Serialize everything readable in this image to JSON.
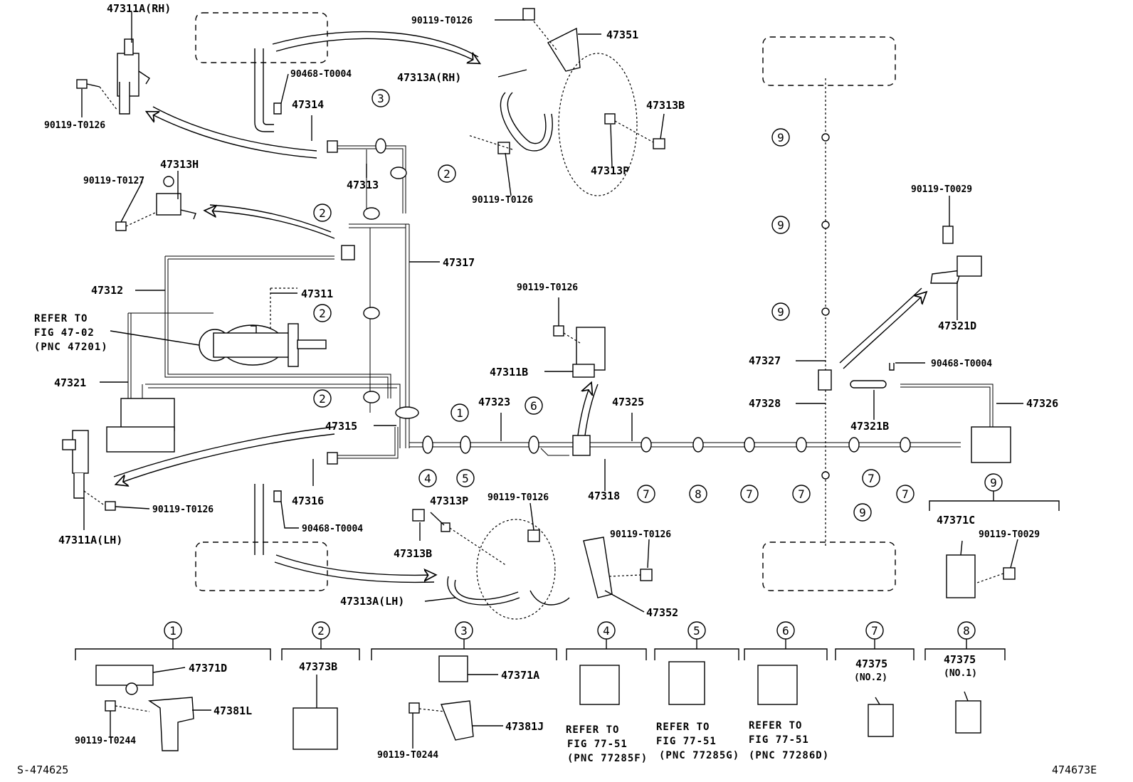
{
  "labels": [
    {
      "id": "l1",
      "text": "47311A(RH)"
    },
    {
      "id": "l2",
      "text": "90119-T0126"
    },
    {
      "id": "l3",
      "text": "90468-T0004"
    },
    {
      "id": "l4",
      "text": "47314"
    },
    {
      "id": "l5",
      "text": "47313H"
    },
    {
      "id": "l6",
      "text": "90119-T0127"
    },
    {
      "id": "l7",
      "text": "47313"
    },
    {
      "id": "l8",
      "text": "47312"
    },
    {
      "id": "l9",
      "text": "47311"
    },
    {
      "id": "l10",
      "text": "47317"
    },
    {
      "id": "l11",
      "text": "REFER TO"
    },
    {
      "id": "l12",
      "text": "FIG 47-02"
    },
    {
      "id": "l13",
      "text": "(PNC 47201)"
    },
    {
      "id": "l14",
      "text": "47321"
    },
    {
      "id": "l15",
      "text": "47315"
    },
    {
      "id": "l16",
      "text": "47316"
    },
    {
      "id": "l17",
      "text": "90119-T0126"
    },
    {
      "id": "l18",
      "text": "47311A(LH)"
    },
    {
      "id": "l19",
      "text": "90468-T0004"
    },
    {
      "id": "l20",
      "text": "90119-T0126"
    },
    {
      "id": "l21",
      "text": "47351"
    },
    {
      "id": "l22",
      "text": "47313A(RH)"
    },
    {
      "id": "l23",
      "text": "47313B"
    },
    {
      "id": "l24",
      "text": "47313P"
    },
    {
      "id": "l25",
      "text": "90119-T0126"
    },
    {
      "id": "l26",
      "text": "90119-T0126"
    },
    {
      "id": "l27",
      "text": "47311B"
    },
    {
      "id": "l28",
      "text": "47323"
    },
    {
      "id": "l29",
      "text": "47325"
    },
    {
      "id": "l30",
      "text": "47318"
    },
    {
      "id": "l31",
      "text": "47313P"
    },
    {
      "id": "l32",
      "text": "90119-T0126"
    },
    {
      "id": "l33",
      "text": "47313B"
    },
    {
      "id": "l34",
      "text": "90119-T0126"
    },
    {
      "id": "l35",
      "text": "47313A(LH)"
    },
    {
      "id": "l36",
      "text": "47352"
    },
    {
      "id": "l37",
      "text": "90119-T0029"
    },
    {
      "id": "l38",
      "text": "47321D"
    },
    {
      "id": "l39",
      "text": "47327"
    },
    {
      "id": "l40",
      "text": "90468-T0004"
    },
    {
      "id": "l41",
      "text": "47328"
    },
    {
      "id": "l42",
      "text": "47326"
    },
    {
      "id": "l43",
      "text": "47321B"
    },
    {
      "id": "l44",
      "text": "47371C"
    },
    {
      "id": "l45",
      "text": "90119-T0029"
    },
    {
      "id": "l46",
      "text": "47371D"
    },
    {
      "id": "l47",
      "text": "47381L"
    },
    {
      "id": "l48",
      "text": "90119-T0244"
    },
    {
      "id": "l49",
      "text": "47373B"
    },
    {
      "id": "l50",
      "text": "47371A"
    },
    {
      "id": "l51",
      "text": "47381J"
    },
    {
      "id": "l52",
      "text": "90119-T0244"
    },
    {
      "id": "l53",
      "text": "REFER TO"
    },
    {
      "id": "l54",
      "text": "FIG 77-51"
    },
    {
      "id": "l55",
      "text": "(PNC 77285F)"
    },
    {
      "id": "l56",
      "text": "REFER TO"
    },
    {
      "id": "l57",
      "text": "FIG 77-51"
    },
    {
      "id": "l58",
      "text": "(PNC 77285G)"
    },
    {
      "id": "l59",
      "text": "REFER TO"
    },
    {
      "id": "l60",
      "text": "FIG 77-51"
    },
    {
      "id": "l61",
      "text": "(PNC 77286D)"
    },
    {
      "id": "l62",
      "text": "47375"
    },
    {
      "id": "l63",
      "text": "(NO.2)"
    },
    {
      "id": "l64",
      "text": "47375"
    },
    {
      "id": "l65",
      "text": "(NO.1)"
    }
  ],
  "callouts": [
    {
      "id": "c1",
      "text": "3"
    },
    {
      "id": "c2",
      "text": "2"
    },
    {
      "id": "c3",
      "text": "2"
    },
    {
      "id": "c4",
      "text": "2"
    },
    {
      "id": "c5",
      "text": "2"
    },
    {
      "id": "c6",
      "text": "1"
    },
    {
      "id": "c7",
      "text": "4"
    },
    {
      "id": "c8",
      "text": "5"
    },
    {
      "id": "c9",
      "text": "6"
    },
    {
      "id": "c10",
      "text": "7"
    },
    {
      "id": "c11",
      "text": "8"
    },
    {
      "id": "c12",
      "text": "7"
    },
    {
      "id": "c13",
      "text": "7"
    },
    {
      "id": "c14",
      "text": "7"
    },
    {
      "id": "c15",
      "text": "7"
    },
    {
      "id": "c16",
      "text": "9"
    },
    {
      "id": "c17",
      "text": "9"
    },
    {
      "id": "c18",
      "text": "9"
    },
    {
      "id": "c19",
      "text": "9"
    },
    {
      "id": "c20",
      "text": "9"
    },
    {
      "id": "k1",
      "text": "1"
    },
    {
      "id": "k2",
      "text": "2"
    },
    {
      "id": "k3",
      "text": "3"
    },
    {
      "id": "k4",
      "text": "4"
    },
    {
      "id": "k5",
      "text": "5"
    },
    {
      "id": "k6",
      "text": "6"
    },
    {
      "id": "k7",
      "text": "7"
    },
    {
      "id": "k8",
      "text": "8"
    }
  ],
  "footer": {
    "left_code": "S-474625",
    "right_code": "474673E"
  }
}
